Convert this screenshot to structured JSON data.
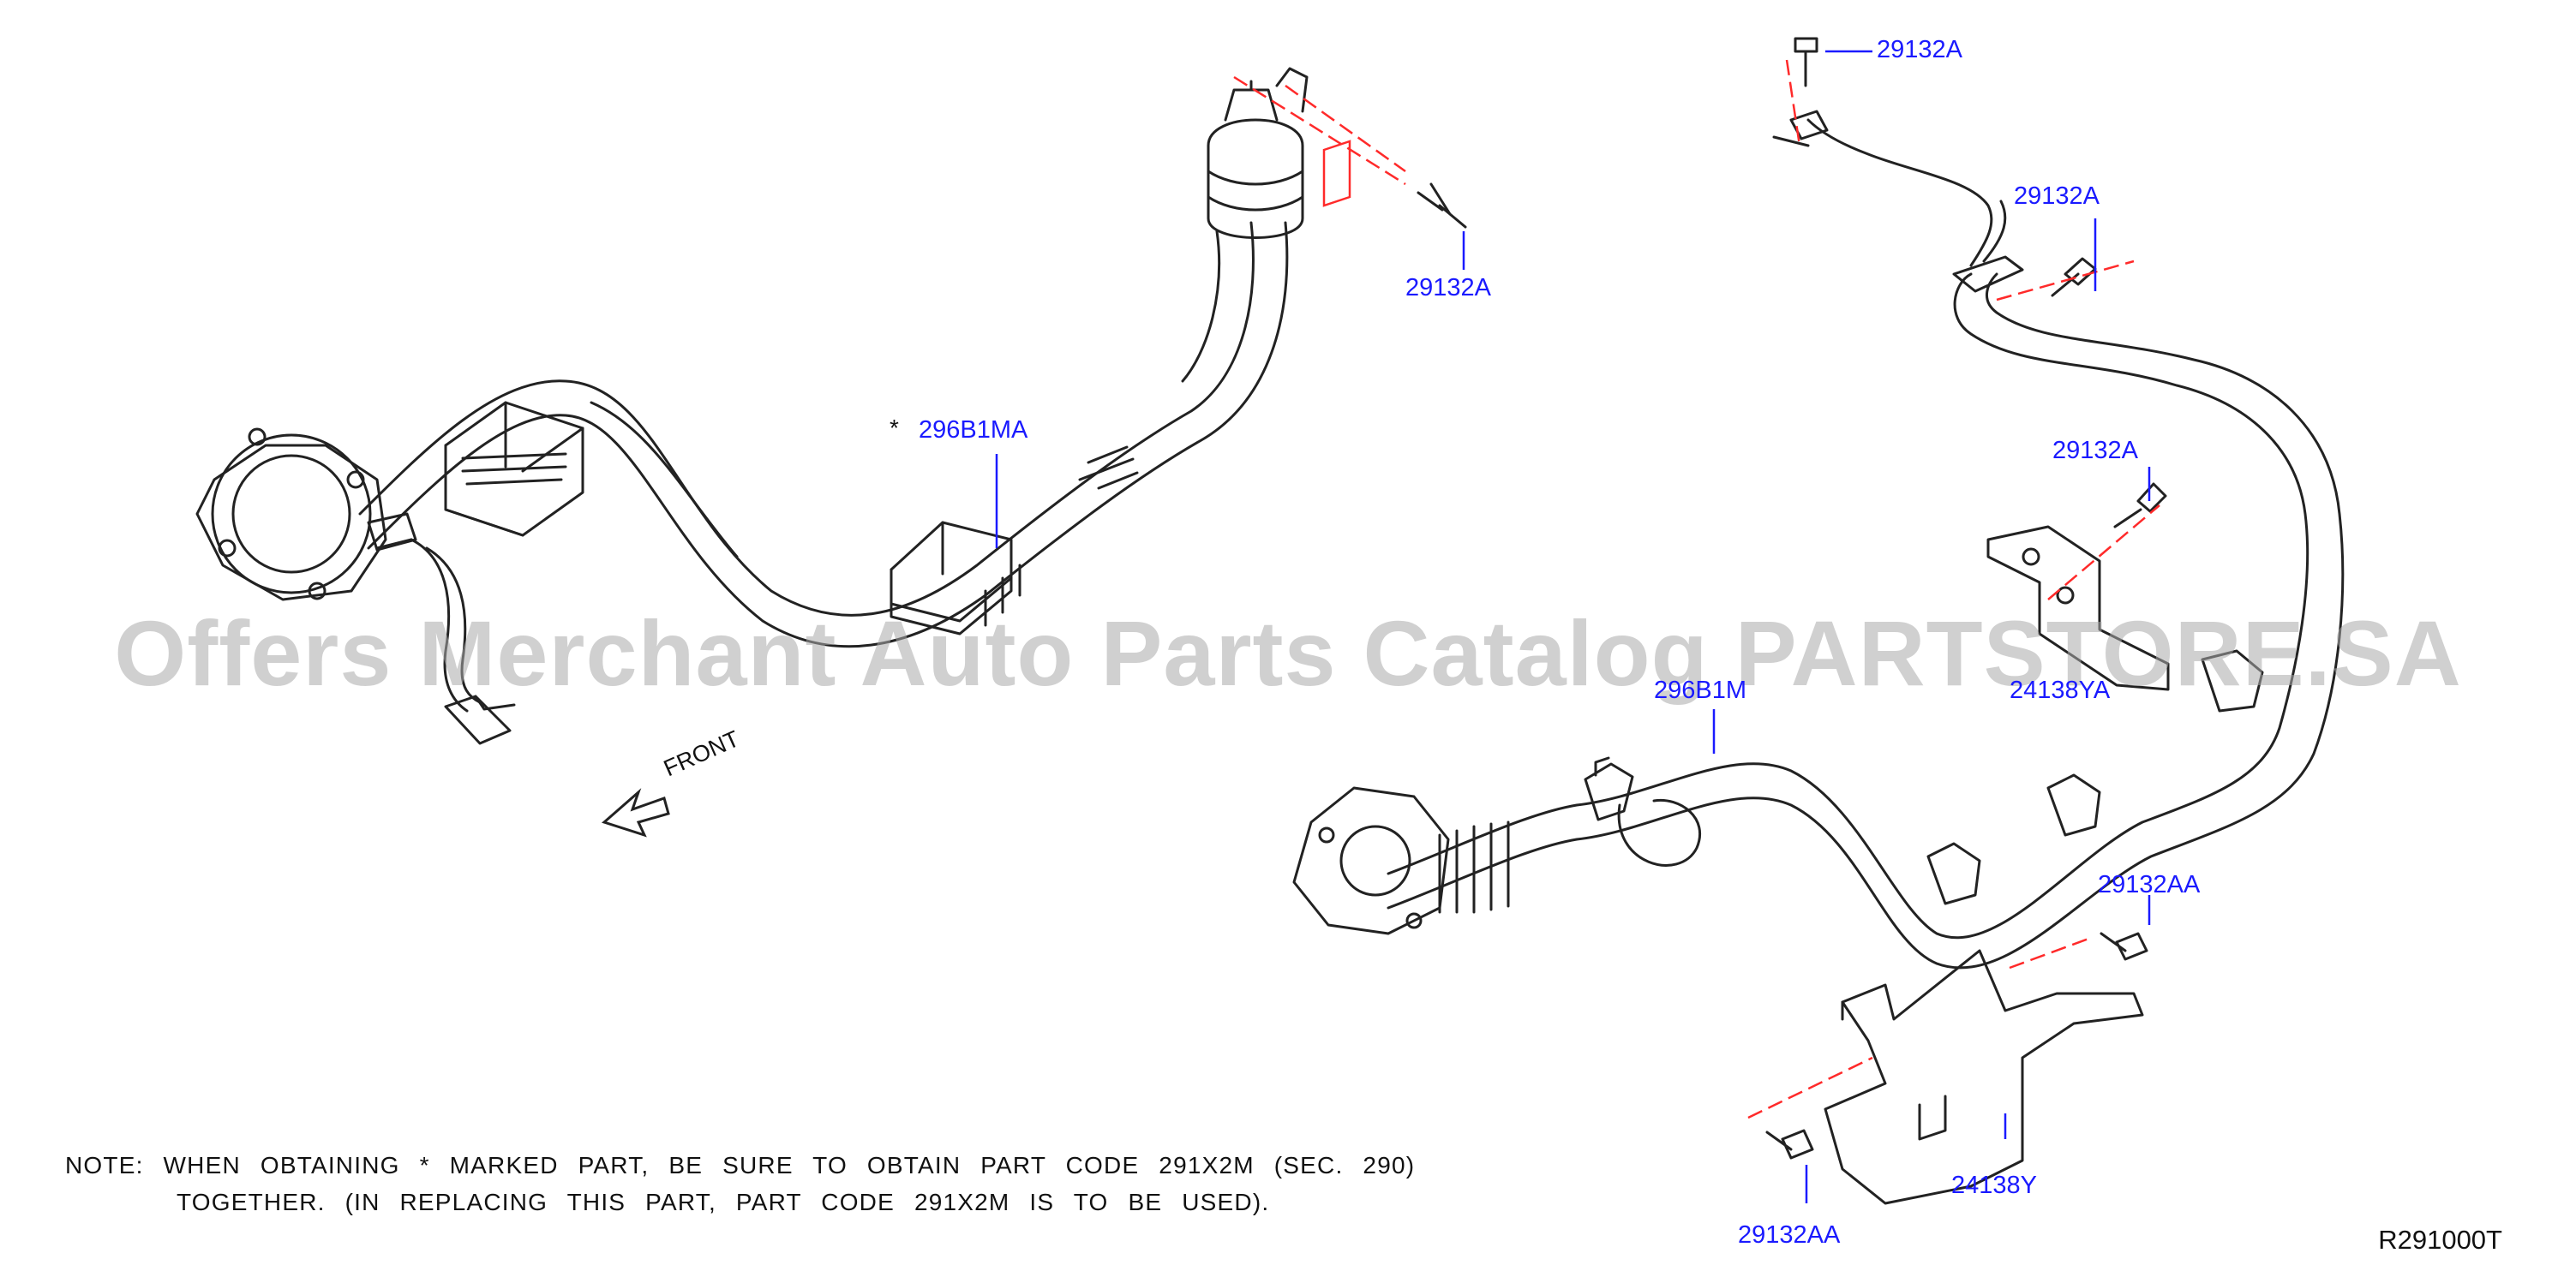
{
  "callouts": {
    "c1": "29132A",
    "c2": "29132A",
    "c3": "29132A",
    "c4": "29132A",
    "c5": "296B1MA",
    "c6": "296B1M",
    "c7": "24138YA",
    "c8": "29132AA",
    "c9": "29132AA",
    "c10": "24138Y"
  },
  "asterisk": "*",
  "front_label": "FRONT",
  "note_line1": "NOTE: WHEN OBTAINING * MARKED PART, BE SURE TO OBTAIN PART CODE 291X2M (SEC. 290)",
  "note_line2": "TOGETHER. (IN REPLACING THIS PART, PART CODE 291X2M IS TO BE USED).",
  "ref_code": "R291000T",
  "watermark": "Offers Merchant Auto Parts Catalog PARTSTORE.SA",
  "colors": {
    "callout": "#1a1aff",
    "leader": "#1a1aff",
    "dash": "#ff2a2a",
    "line": "#222222"
  }
}
